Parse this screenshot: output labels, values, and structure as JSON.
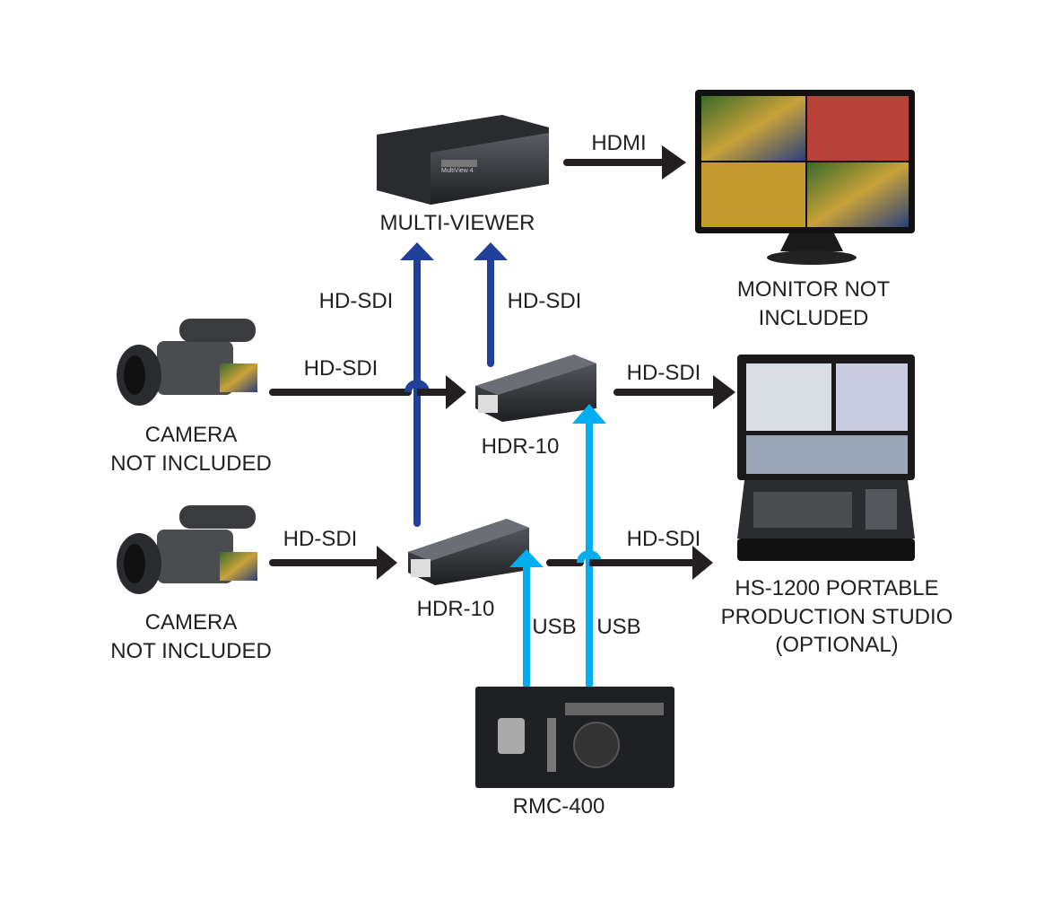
{
  "colors": {
    "signal": "#231f20",
    "hdsdi_up": "#21409a",
    "usb": "#00aeef"
  },
  "devices": {
    "multiviewer": {
      "label": "MULTI-VIEWER",
      "badge": "MultiView 4"
    },
    "monitor": {
      "label_line1": "MONITOR NOT",
      "label_line2": "INCLUDED"
    },
    "camera_top": {
      "label_line1": "CAMERA",
      "label_line2": "NOT INCLUDED"
    },
    "camera_bottom": {
      "label_line1": "CAMERA",
      "label_line2": "NOT INCLUDED"
    },
    "hdr_top": {
      "label": "HDR-10"
    },
    "hdr_bottom": {
      "label": "HDR-10"
    },
    "hs1200": {
      "label_line1": "HS-1200 PORTABLE",
      "label_line2": "PRODUCTION STUDIO",
      "label_line3": "(OPTIONAL)"
    },
    "rmc400": {
      "label": "RMC-400"
    }
  },
  "connections": {
    "mv_to_monitor": "HDMI",
    "hdr_bottom_to_mv": "HD-SDI",
    "hdr_top_to_mv": "HD-SDI",
    "cam_top_to_hdr": "HD-SDI",
    "cam_bottom_to_hdr": "HD-SDI",
    "hdr_top_to_hs": "HD-SDI",
    "hdr_bottom_to_hs": "HD-SDI",
    "rmc_to_hdr_bottom": "USB",
    "rmc_to_hdr_top": "USB"
  }
}
